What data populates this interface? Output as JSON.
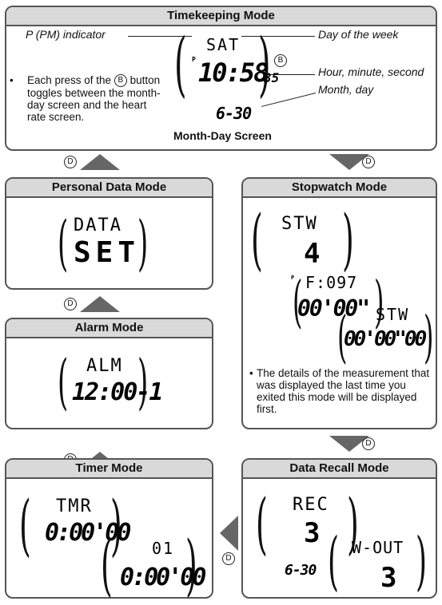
{
  "timekeeping": {
    "title": "Timekeeping Mode",
    "pm_label": "P (PM) indicator",
    "pm_mark": "P",
    "day_label": "Day of the week",
    "hms_label": "Hour, minute, second",
    "md_label": "Month, day",
    "lcd_day": "SAT",
    "lcd_time": "10:58",
    "lcd_sec": "35",
    "lcd_date": "6-30",
    "button": "B",
    "note_bullet": "•",
    "note_text": "Each press of the",
    "note_text2": "button toggles between the month-day screen and the heart rate screen.",
    "caption": "Month-Day Screen"
  },
  "personal": {
    "title": "Personal Data Mode",
    "lcd1": "DATA",
    "lcd2": "SET"
  },
  "stopwatch": {
    "title": "Stopwatch Mode",
    "lcd1": "STW",
    "lcd2": "4",
    "lcd3": "F:097",
    "lcd4": "00'00\"",
    "lcd5": "STW",
    "lcd6": "00'00\"00",
    "pm_mark": "P",
    "note": "The details of the measurement that was displayed the last time you exited this mode will be displayed first."
  },
  "alarm": {
    "title": "Alarm Mode",
    "lcd1": "ALM",
    "lcd2": "12:00-1"
  },
  "recall": {
    "title": "Data Recall Mode",
    "lcd1": "REC",
    "lcd2": "3",
    "lcd3": "6-30",
    "lcd4": "W-OUT",
    "lcd5": "3"
  },
  "timer": {
    "title": "Timer Mode",
    "lcd1": "TMR",
    "lcd2": "0:00'00",
    "lcd3": "01",
    "lcd4": "0:00'00"
  },
  "arrows": {
    "button_label": "D"
  }
}
